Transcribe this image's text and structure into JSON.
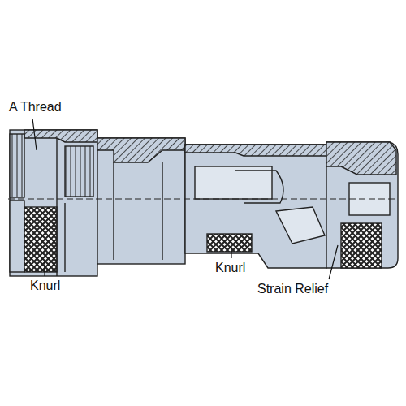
{
  "diagram": {
    "labels": [
      "A Thread",
      "Knurl",
      "Knurl",
      "Strain Relief"
    ]
  }
}
